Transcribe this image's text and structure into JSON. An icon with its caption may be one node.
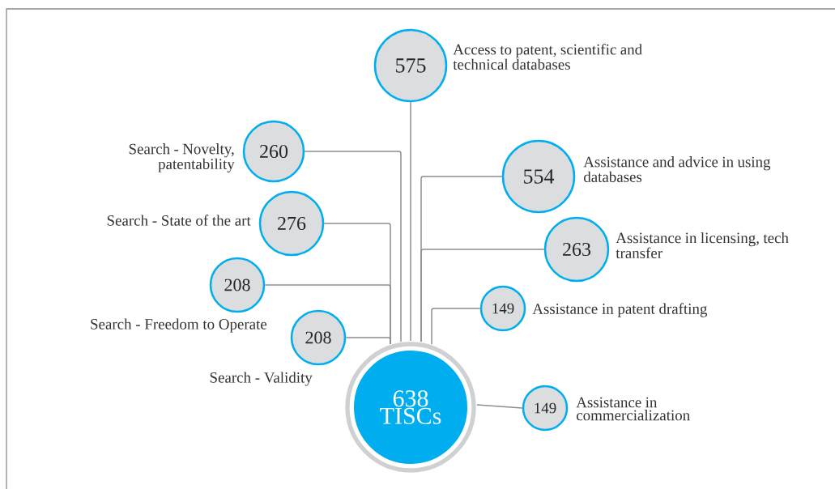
{
  "diagram": {
    "nodes": [
      {
        "text": [
          "638 TISCs"
        ]
      },
      {
        "text": [
          "575"
        ],
        "beside": [
          "Access to patent, scientific and technical databases"
        ]
      },
      {
        "text": [
          "260"
        ],
        "beside": [
          "Search - Novelty, patentability"
        ]
      },
      {
        "text": [
          "554"
        ],
        "beside": [
          "Assistance and advice in using databases"
        ]
      },
      {
        "text": [
          "276"
        ],
        "beside": [
          "Search - State of the art"
        ]
      },
      {
        "text": [
          "263"
        ],
        "beside": [
          "Assistance in licensing, tech transfer"
        ]
      },
      {
        "text": [
          "208"
        ],
        "beside": [
          "Search - Freedom to Operate"
        ]
      },
      {
        "text": [
          "149"
        ],
        "beside": [
          "Assistance in patent drafting"
        ]
      },
      {
        "text": [
          "208"
        ],
        "beside": [
          "Search - Validity"
        ]
      },
      {
        "text": [
          "149"
        ],
        "beside": [
          "Assistance in commercialization"
        ]
      }
    ],
    "edges": [
      {
        "from": 0,
        "to": 1,
        "arrow": "none"
      },
      {
        "from": 0,
        "to": 2,
        "arrow": "none"
      },
      {
        "from": 0,
        "to": 3,
        "arrow": "none"
      },
      {
        "from": 0,
        "to": 4,
        "arrow": "none"
      },
      {
        "from": 0,
        "to": 5,
        "arrow": "none"
      },
      {
        "from": 0,
        "to": 6,
        "arrow": "none"
      },
      {
        "from": 0,
        "to": 7,
        "arrow": "none"
      },
      {
        "from": 0,
        "to": 8,
        "arrow": "none"
      },
      {
        "from": 0,
        "to": 9,
        "arrow": "none"
      }
    ]
  }
}
